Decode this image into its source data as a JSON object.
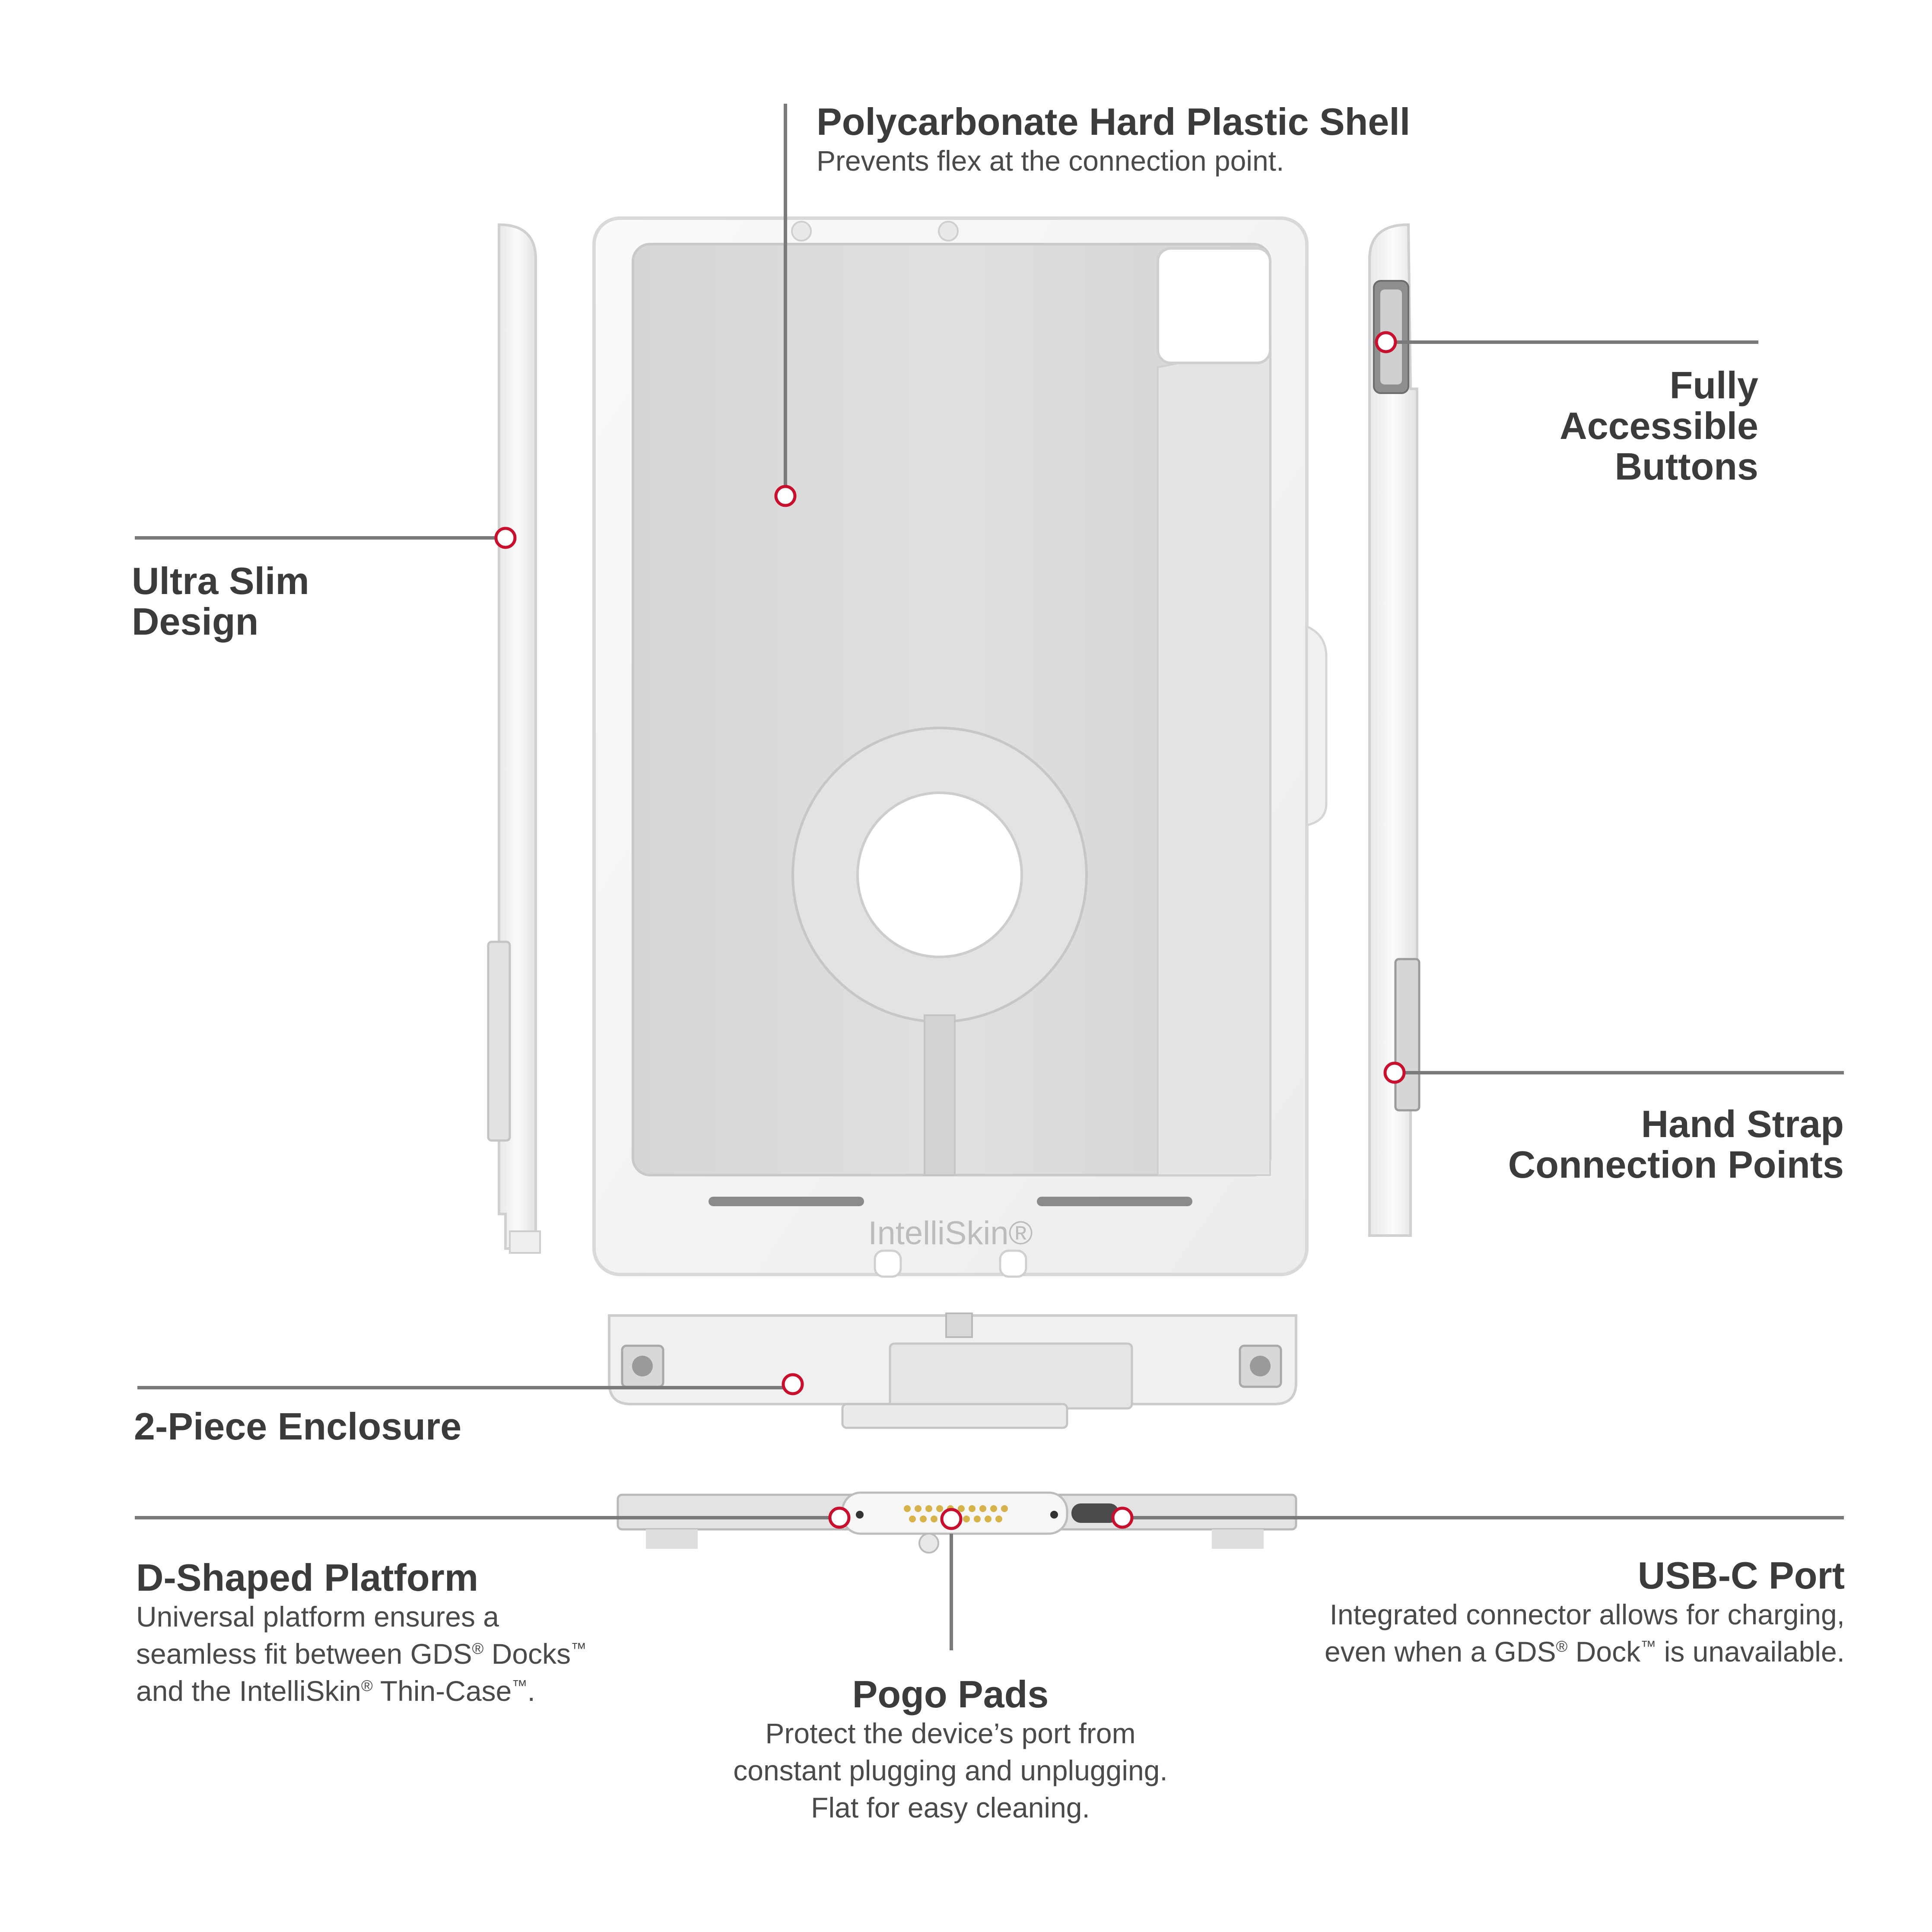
{
  "brand": {
    "logo_text": "IntelliSkin®"
  },
  "colors": {
    "callout_line": "#7a7a7a",
    "callout_dot": "#c8102e",
    "text": "#3b3b3b",
    "case_white": "#f3f3f3",
    "case_shadow": "#d9d9d9",
    "interior_grey": "#dcdcdc"
  },
  "callouts": {
    "shell": {
      "title": "Polycarbonate Hard Plastic Shell",
      "desc": "Prevents flex at the connection point."
    },
    "buttons": {
      "title_lines": [
        "Fully",
        "Accessible",
        "Buttons"
      ]
    },
    "slim": {
      "title_lines": [
        "Ultra Slim",
        "Design"
      ]
    },
    "strap": {
      "title_lines": [
        "Hand Strap",
        "Connection Points"
      ]
    },
    "enclosure": {
      "title": "2-Piece Enclosure"
    },
    "platform": {
      "title": "D-Shaped Platform",
      "desc_line1": "Universal platform ensures a",
      "desc_line2_text": "seamless fit between GDS",
      "desc_line2_reg": "®",
      "desc_line2_text2": " Docks",
      "desc_line2_tm": "™",
      "desc_line3_text": "and the IntelliSkin",
      "desc_line3_reg": "®",
      "desc_line3_text2": " Thin-Case",
      "desc_line3_tm": "™",
      "desc_line3_end": "."
    },
    "usbc": {
      "title": "USB-C Port",
      "desc_line1": "Integrated connector allows for charging,",
      "desc_line2_text": "even when a GDS",
      "desc_line2_reg": "®",
      "desc_line2_text2": " Dock",
      "desc_line2_tm": "™",
      "desc_line2_text3": " is unavailable."
    },
    "pogo": {
      "title": "Pogo Pads",
      "desc_lines": [
        "Protect the device’s port from",
        "constant plugging and unplugging.",
        "Flat for easy cleaning."
      ]
    }
  }
}
